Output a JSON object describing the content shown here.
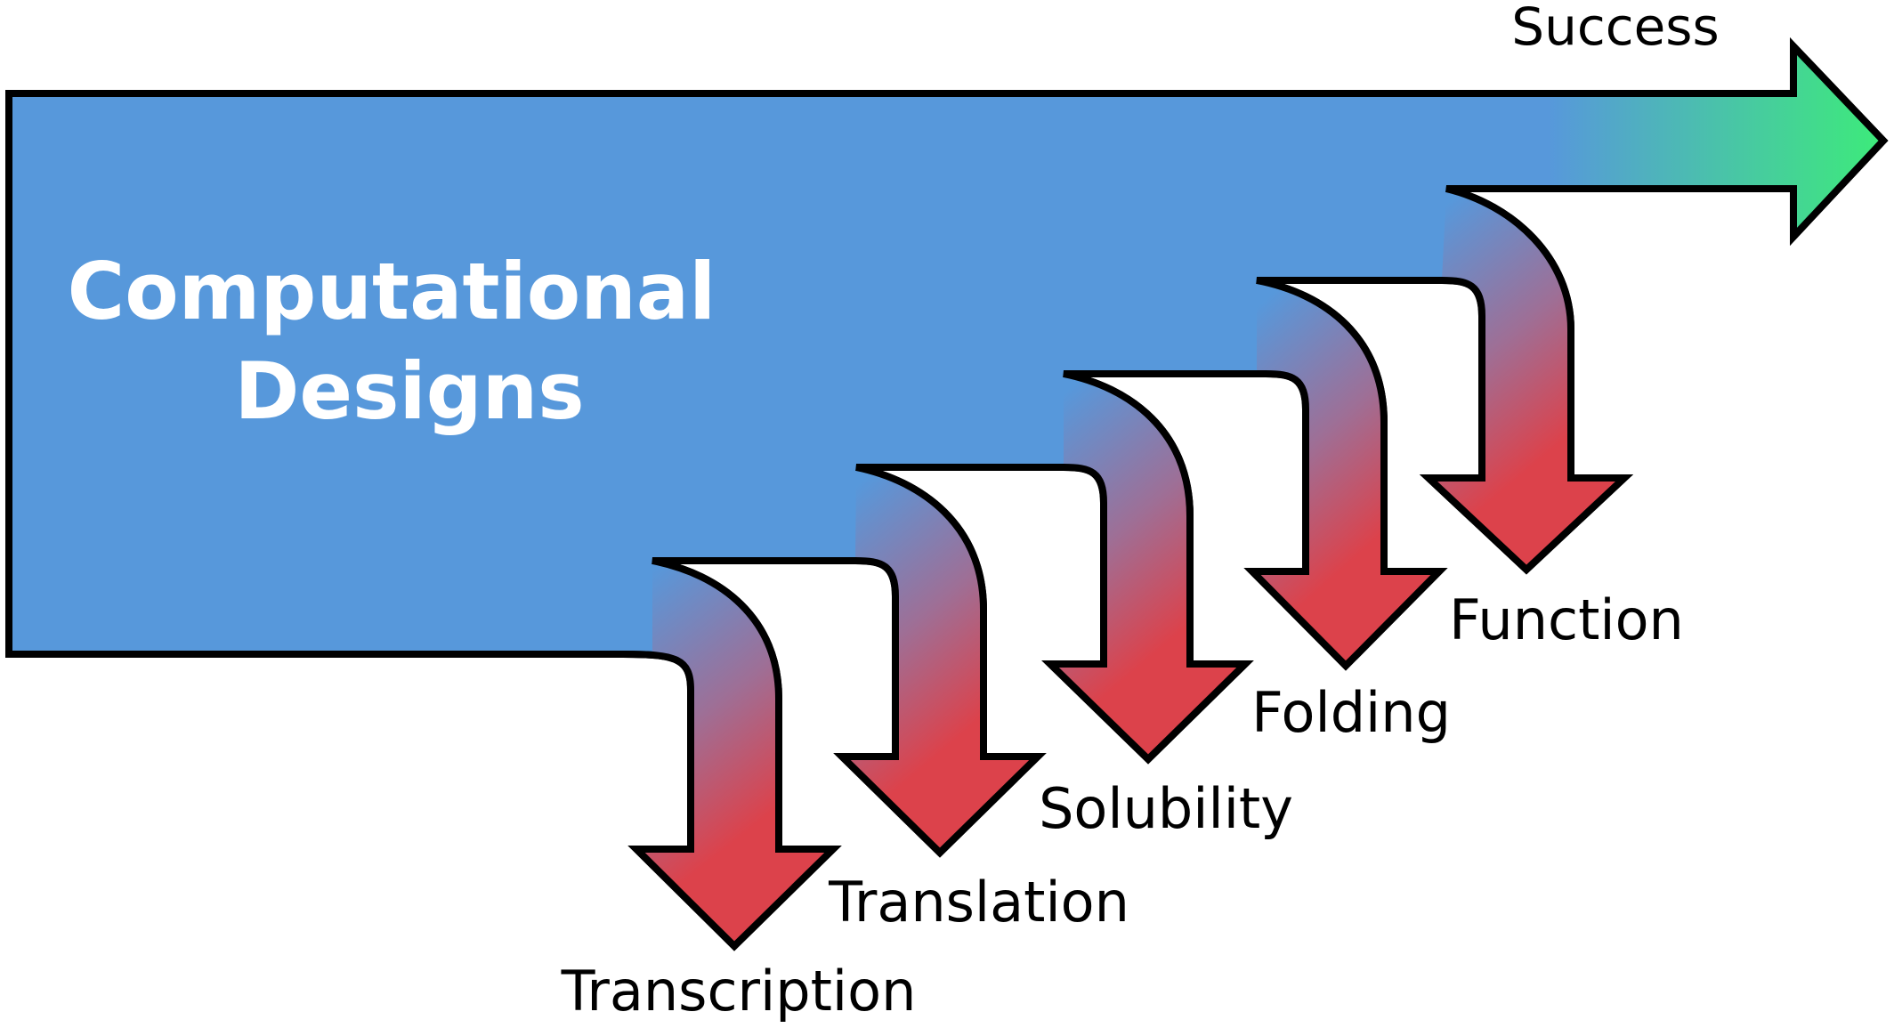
{
  "diagram": {
    "title_lines": [
      "Computational",
      "Designs"
    ],
    "success_label": "Success",
    "stages": [
      {
        "label": "Transcription"
      },
      {
        "label": "Translation"
      },
      {
        "label": "Solubility"
      },
      {
        "label": "Folding"
      },
      {
        "label": "Function"
      }
    ]
  },
  "colors": {
    "flow_blue": "#5798DB",
    "fail_red": "#DC424B",
    "success_green": "#3DEB7A",
    "outline": "#000000",
    "title_text": "#FFFFFF"
  }
}
